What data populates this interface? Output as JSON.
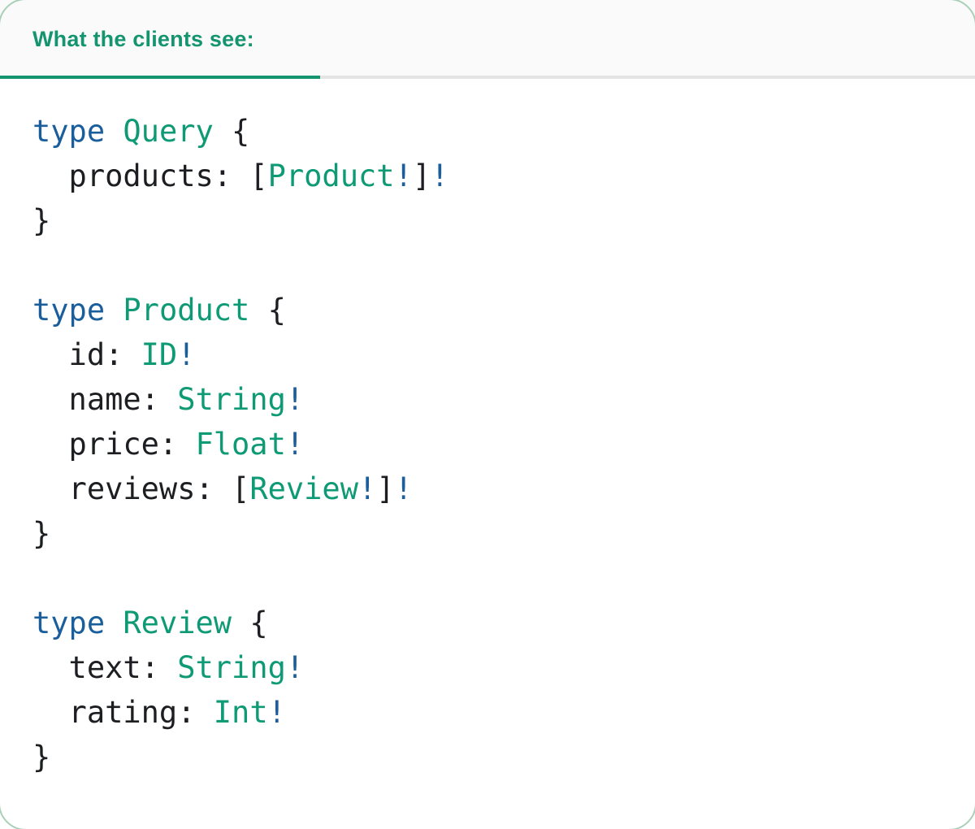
{
  "colors": {
    "accent_green": "#14946F",
    "type_green": "#0E9A74",
    "keyword_blue": "#1A5E9C",
    "text_dark": "#1C1E21",
    "underline_gray": "#E4E4E4",
    "tabbar_bg": "#FAFAFA",
    "card_border_green": "#A9CFB8",
    "card_bg": "#FFFFFF"
  },
  "tabs": [
    {
      "label": "What the clients see:",
      "active": true
    }
  ],
  "code": {
    "language": "graphql",
    "lines": [
      {
        "tokens": [
          {
            "kind": "keyword",
            "text": "type"
          },
          {
            "kind": "plain",
            "text": " "
          },
          {
            "kind": "type",
            "text": "Query"
          },
          {
            "kind": "plain",
            "text": " {"
          }
        ]
      },
      {
        "tokens": [
          {
            "kind": "plain",
            "text": "  products: ["
          },
          {
            "kind": "type",
            "text": "Product"
          },
          {
            "kind": "bang",
            "text": "!"
          },
          {
            "kind": "plain",
            "text": "]"
          },
          {
            "kind": "bang",
            "text": "!"
          }
        ]
      },
      {
        "tokens": [
          {
            "kind": "plain",
            "text": "}"
          }
        ]
      },
      {
        "tokens": []
      },
      {
        "tokens": [
          {
            "kind": "keyword",
            "text": "type"
          },
          {
            "kind": "plain",
            "text": " "
          },
          {
            "kind": "type",
            "text": "Product"
          },
          {
            "kind": "plain",
            "text": " {"
          }
        ]
      },
      {
        "tokens": [
          {
            "kind": "plain",
            "text": "  id: "
          },
          {
            "kind": "type",
            "text": "ID"
          },
          {
            "kind": "bang",
            "text": "!"
          }
        ]
      },
      {
        "tokens": [
          {
            "kind": "plain",
            "text": "  name: "
          },
          {
            "kind": "type",
            "text": "String"
          },
          {
            "kind": "bang",
            "text": "!"
          }
        ]
      },
      {
        "tokens": [
          {
            "kind": "plain",
            "text": "  price: "
          },
          {
            "kind": "type",
            "text": "Float"
          },
          {
            "kind": "bang",
            "text": "!"
          }
        ]
      },
      {
        "tokens": [
          {
            "kind": "plain",
            "text": "  reviews: ["
          },
          {
            "kind": "type",
            "text": "Review"
          },
          {
            "kind": "bang",
            "text": "!"
          },
          {
            "kind": "plain",
            "text": "]"
          },
          {
            "kind": "bang",
            "text": "!"
          }
        ]
      },
      {
        "tokens": [
          {
            "kind": "plain",
            "text": "}"
          }
        ]
      },
      {
        "tokens": []
      },
      {
        "tokens": [
          {
            "kind": "keyword",
            "text": "type"
          },
          {
            "kind": "plain",
            "text": " "
          },
          {
            "kind": "type",
            "text": "Review"
          },
          {
            "kind": "plain",
            "text": " {"
          }
        ]
      },
      {
        "tokens": [
          {
            "kind": "plain",
            "text": "  text: "
          },
          {
            "kind": "type",
            "text": "String"
          },
          {
            "kind": "bang",
            "text": "!"
          }
        ]
      },
      {
        "tokens": [
          {
            "kind": "plain",
            "text": "  rating: "
          },
          {
            "kind": "type",
            "text": "Int"
          },
          {
            "kind": "bang",
            "text": "!"
          }
        ]
      },
      {
        "tokens": [
          {
            "kind": "plain",
            "text": "}"
          }
        ]
      }
    ]
  }
}
